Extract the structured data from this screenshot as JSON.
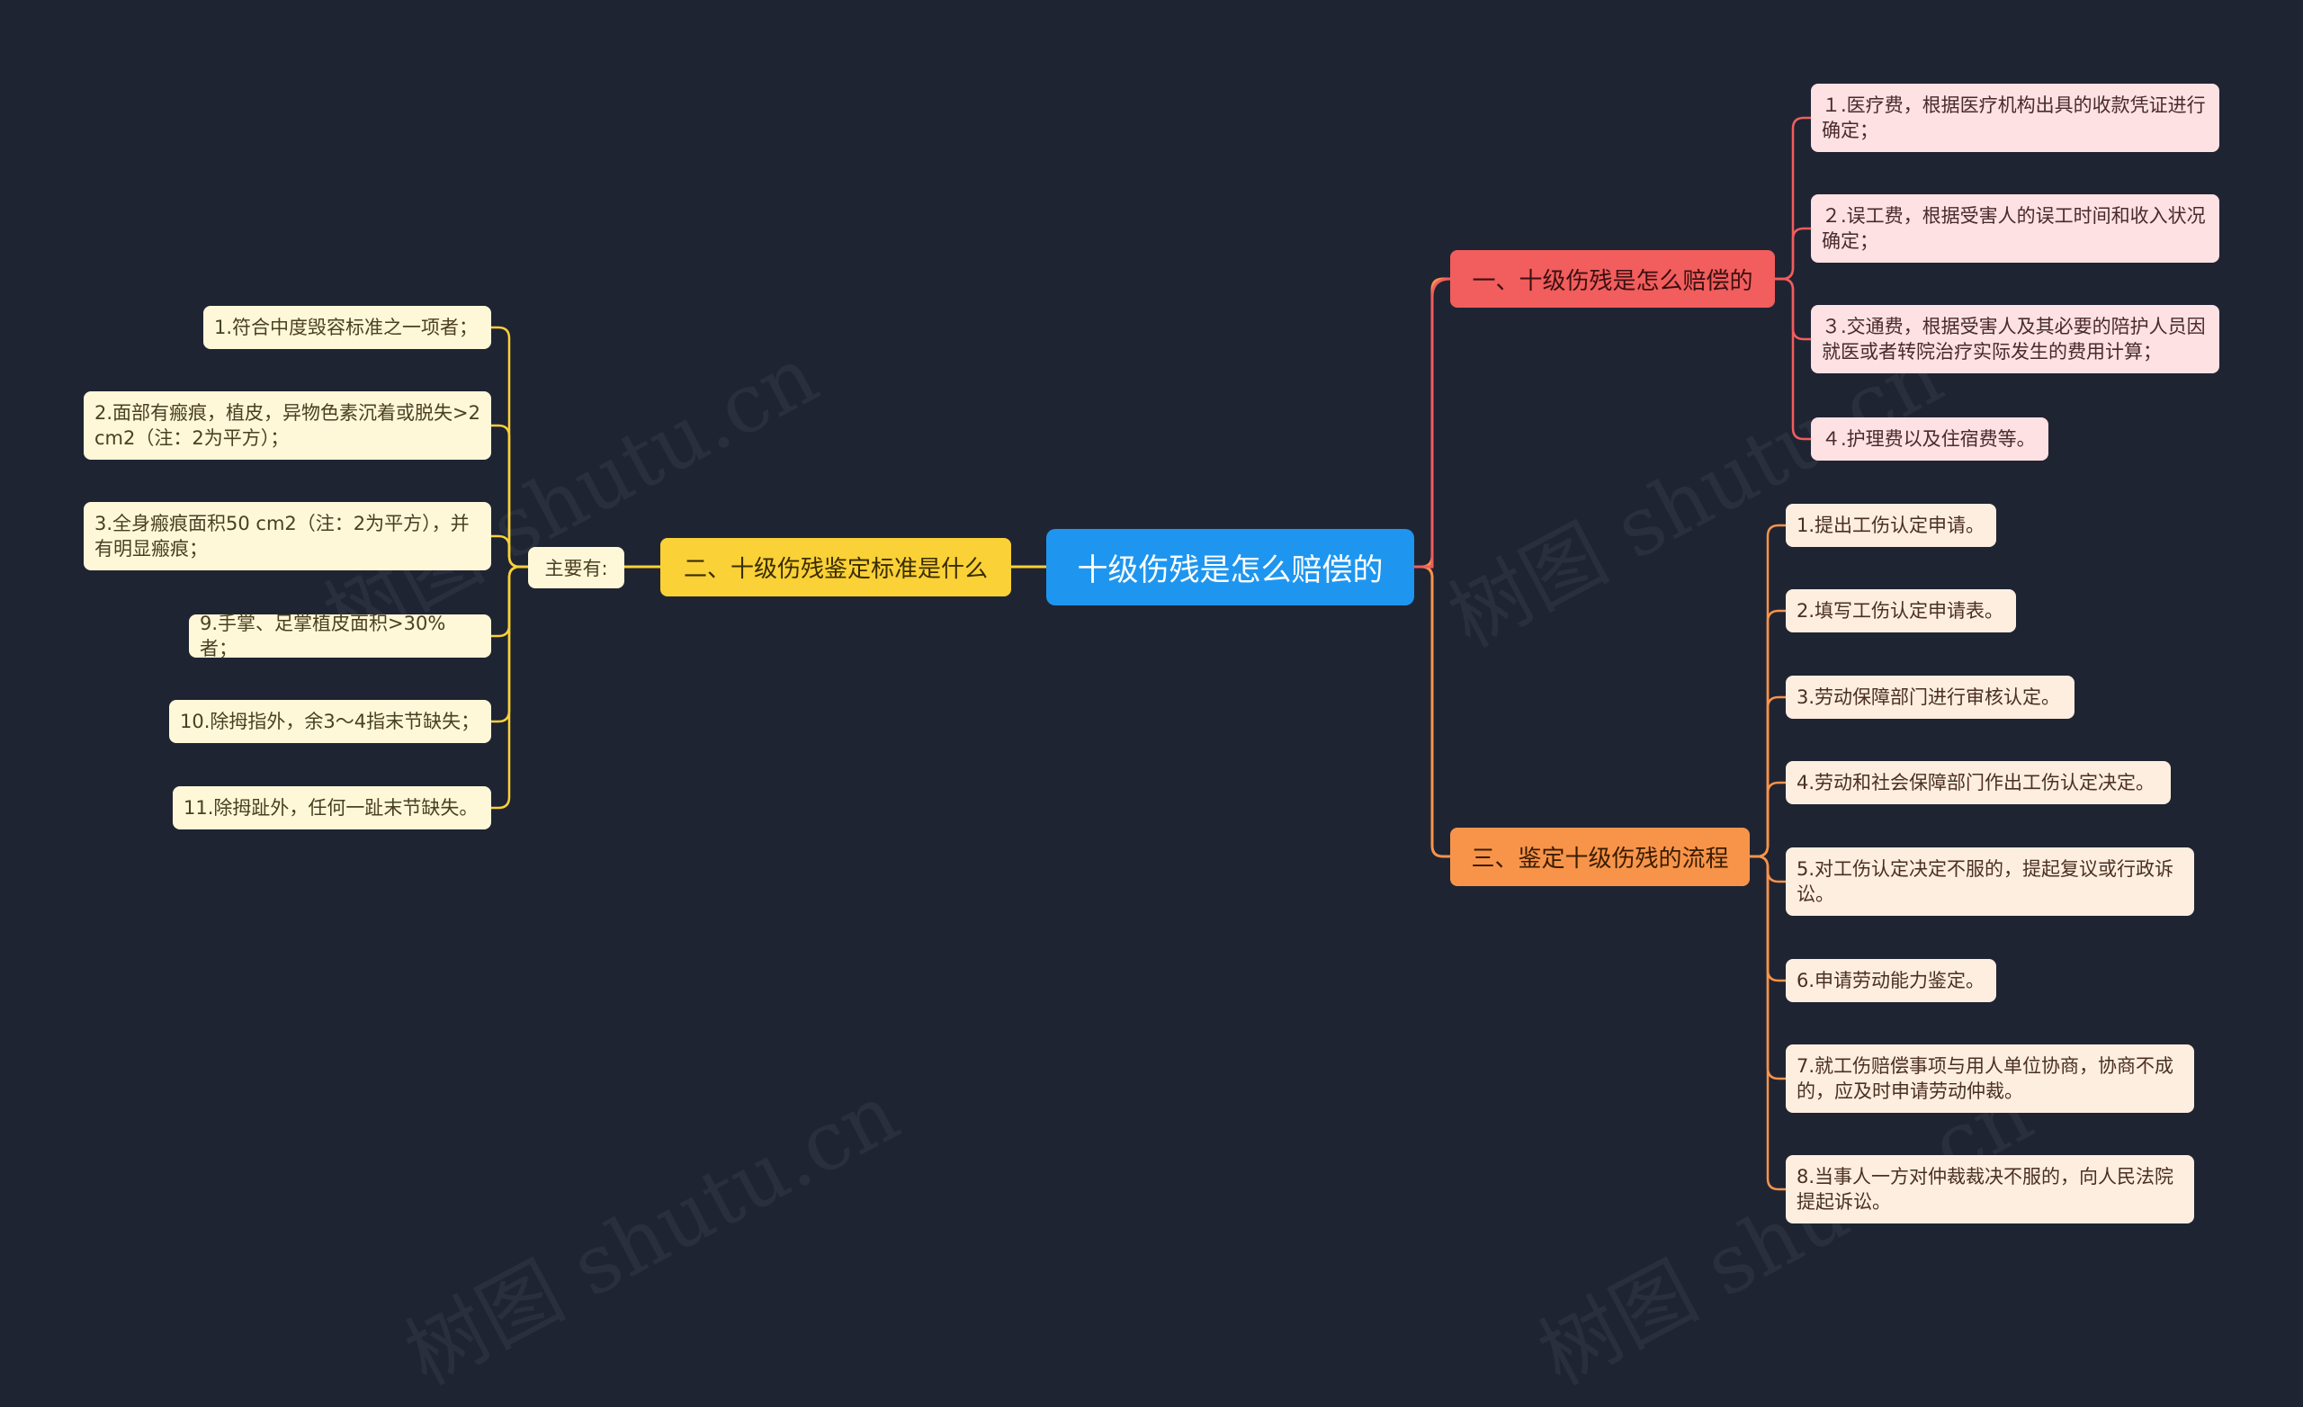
{
  "root": {
    "title": "十级伤残是怎么赔偿的"
  },
  "branch_compensation": {
    "title": "一、十级伤残是怎么赔偿的",
    "items": [
      "１.医疗费，根据医疗机构出具的收款凭证进行确定；",
      "２.误工费，根据受害人的误工时间和收入状况确定；",
      "３.交通费，根据受害人及其必要的陪护人员因就医或者转院治疗实际发生的费用计算；",
      "４.护理费以及住宿费等。"
    ]
  },
  "branch_standard": {
    "title": "二、十级伤残鉴定标准是什么",
    "label": "主要有:",
    "items": [
      "1.符合中度毁容标准之一项者；",
      "2.面部有瘢痕，植皮，异物色素沉着或脱失>2 cm2（注：2为平方）；",
      "3.全身瘢痕面积50 cm2（注：2为平方），并有明显瘢痕；",
      "9.手掌、足掌植皮面积>30%者；",
      "10.除拇指外，余3～4指末节缺失；",
      "11.除拇趾外，任何一趾末节缺失。"
    ]
  },
  "branch_process": {
    "title": "三、鉴定十级伤残的流程",
    "items": [
      "1.提出工伤认定申请。",
      "2.填写工伤认定申请表。",
      "3.劳动保障部门进行审核认定。",
      "4.劳动和社会保障部门作出工伤认定决定。",
      "5.对工伤认定决定不服的，提起复议或行政诉讼。",
      "6.申请劳动能力鉴定。",
      "7.就工伤赔偿事项与用人单位协商，协商不成的，应及时申请劳动仲裁。",
      "8.当事人一方对仲裁裁决不服的，向人民法院提起诉讼。"
    ]
  },
  "colors": {
    "background": "#1f2433",
    "root": "#1e96f0",
    "branch_compensation": "#f25d5d",
    "branch_standard": "#fad136",
    "branch_process": "#f7944a"
  }
}
